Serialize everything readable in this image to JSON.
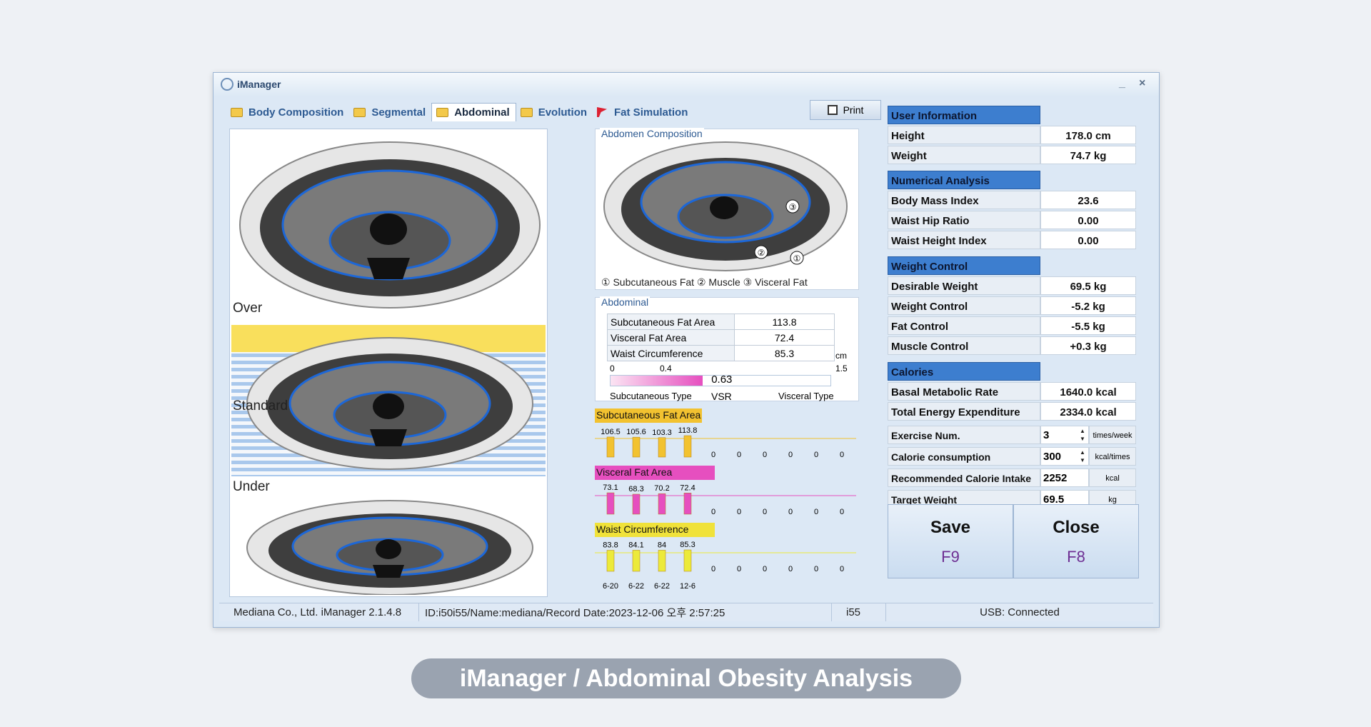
{
  "window": {
    "title": "iManager",
    "minimize": "_",
    "close": "×"
  },
  "tabs": [
    {
      "label": "Body Composition",
      "icon": "folder-icon"
    },
    {
      "label": "Segmental",
      "icon": "folder-icon"
    },
    {
      "label": "Abdominal",
      "icon": "folder-icon"
    },
    {
      "label": "Evolution",
      "icon": "folder-icon"
    },
    {
      "label": "Fat Simulation",
      "icon": "flag-icon"
    }
  ],
  "print_label": "Print",
  "scans": {
    "over": "Over",
    "standard": "Standard",
    "under": "Under"
  },
  "composition": {
    "title": "Abdomen Composition",
    "markers": [
      "③",
      "②",
      "①"
    ],
    "legend": "① Subcutaneous Fat  ② Muscle  ③ Visceral Fat"
  },
  "abdominal": {
    "title": "Abdominal",
    "rows": [
      {
        "label": "Subcutaneous Fat Area",
        "value": "113.8"
      },
      {
        "label": "Visceral Fat Area",
        "value": "72.4"
      },
      {
        "label": "Waist Circumference",
        "value": "85.3"
      }
    ],
    "unit": "cm",
    "vsr": {
      "ticks": [
        "0",
        "0.4",
        "1.5"
      ],
      "value": 0.63,
      "value_text": "0.63",
      "left": "Subcutaneous Type",
      "mid": "VSR",
      "right": "Visceral Type"
    }
  },
  "chart_data": [
    {
      "type": "bar",
      "title": "Subcutaneous Fat Area",
      "values": [
        106.5,
        105.6,
        103.3,
        113.8,
        0,
        0,
        0,
        0,
        0,
        0
      ],
      "color": "#f2c230"
    },
    {
      "type": "bar",
      "title": "Visceral Fat Area",
      "values": [
        73.1,
        68.3,
        70.2,
        72.4,
        0,
        0,
        0,
        0,
        0,
        0
      ],
      "color": "#e64fbf"
    },
    {
      "type": "bar",
      "title": "Waist Circumference",
      "values": [
        83.8,
        84.1,
        84,
        85.3,
        0,
        0,
        0,
        0,
        0,
        0
      ],
      "color": "#ecea3a",
      "categories": [
        "6-20",
        "6-22",
        "6-22",
        "12-6"
      ]
    }
  ],
  "user": {
    "title": "User Information",
    "height_label": "Height",
    "height": "178.0  cm",
    "weight_label": "Weight",
    "weight": "74.7  kg"
  },
  "numerical": {
    "title": "Numerical Analysis",
    "bmi_label": "Body Mass Index",
    "bmi": "23.6",
    "whr_label": "Waist Hip Ratio",
    "whr": "0.00",
    "whi_label": "Waist Height Index",
    "whi": "0.00"
  },
  "weight_control": {
    "title": "Weight Control",
    "dw_label": "Desirable Weight",
    "dw": "69.5 kg",
    "wc_label": "Weight Control",
    "wc": "-5.2 kg",
    "fc_label": "Fat Control",
    "fc": "-5.5 kg",
    "mc_label": "Muscle Control",
    "mc": "+0.3 kg"
  },
  "calories": {
    "title": "Calories",
    "bmr_label": "Basal Metabolic Rate",
    "bmr": "1640.0 kcal",
    "tee_label": "Total Energy Expenditure",
    "tee": "2334.0 kcal",
    "ex_label": "Exercise Num.",
    "ex": "3",
    "ex_unit": "times/week",
    "cc_label": "Calorie consumption",
    "cc": "300",
    "cc_unit": "kcal/times",
    "rci_label": "Recommended Calorie Intake",
    "rci": "2252",
    "rci_unit": "kcal",
    "tw_label": "Target Weight",
    "tw": "69.5",
    "tw_unit": "kg"
  },
  "buttons": {
    "save": "Save",
    "save_key": "F9",
    "close": "Close",
    "close_key": "F8"
  },
  "status": {
    "company": "Mediana Co., Ltd. iManager 2.1.4.8",
    "record": "ID:i50i55/Name:mediana/Record Date:2023-12-06 오후 2:57:25",
    "device": "i55",
    "usb": "USB: Connected"
  },
  "caption": "iManager / Abdominal Obesity Analysis"
}
